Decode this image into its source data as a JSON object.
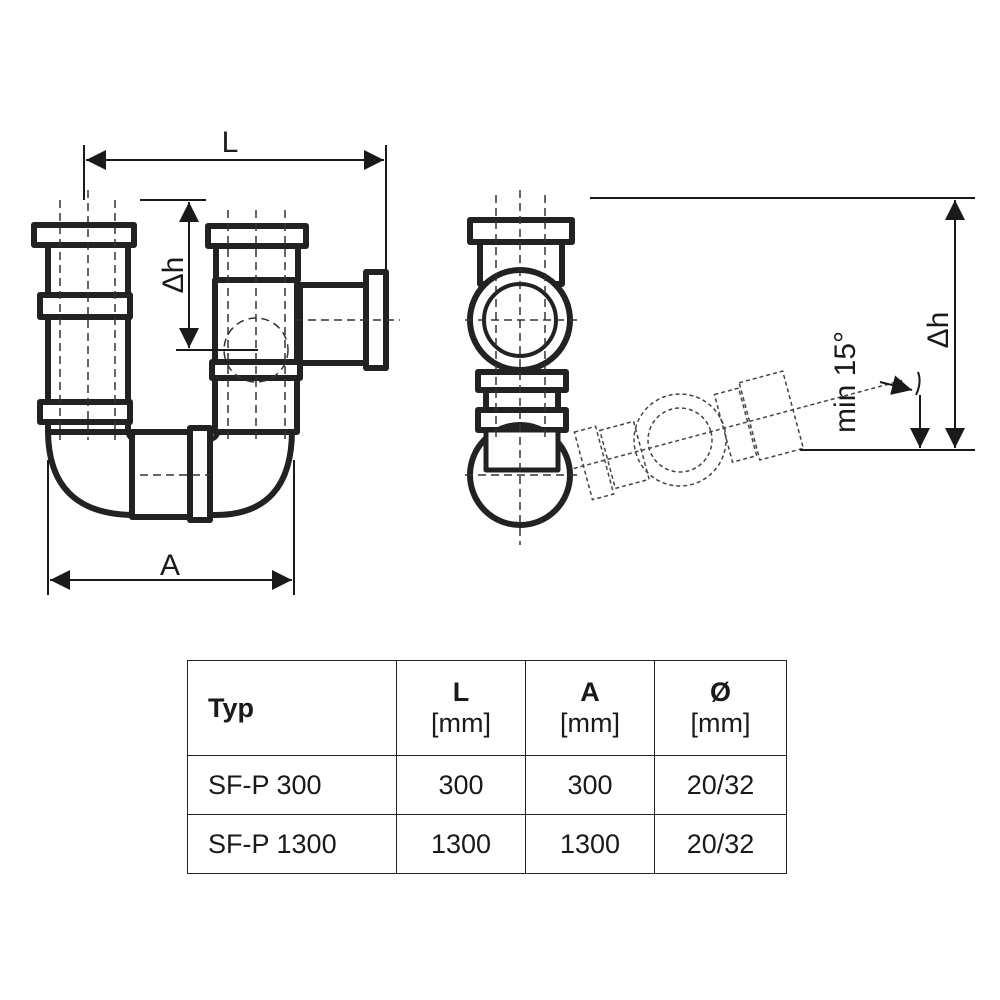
{
  "drawing": {
    "front_view": {
      "dim_L": "L",
      "dim_dh": "Δh",
      "dim_A": "A"
    },
    "side_view": {
      "dim_dh": "Δh",
      "angle_label": "min 15°"
    }
  },
  "table": {
    "headers": [
      {
        "label": "Typ",
        "unit": ""
      },
      {
        "label": "L",
        "unit": "[mm]"
      },
      {
        "label": "A",
        "unit": "[mm]"
      },
      {
        "label": "Ø",
        "unit": "[mm]"
      }
    ],
    "rows": [
      [
        "SF-P 300",
        "300",
        "300",
        "20/32"
      ],
      [
        "SF-P 1300",
        "1300",
        "1300",
        "20/32"
      ]
    ]
  }
}
